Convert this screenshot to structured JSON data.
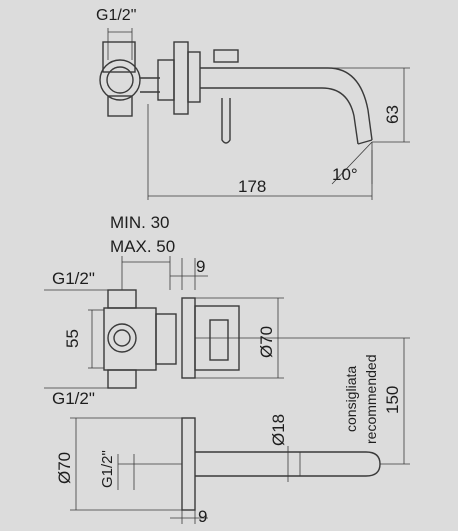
{
  "labels": {
    "top_thread": "G1/2\"",
    "dim_63": "63",
    "angle_10": "10°",
    "dim_178": "178",
    "min": "MIN. 30",
    "max": "MAX. 50",
    "mid_thread_upper": "G1/2\"",
    "dim_9_upper": "9",
    "dim_55": "55",
    "dia_70_right": "Ø70",
    "mid_thread_lower": "G1/2\"",
    "consigliata": "consigliata",
    "recommended": "recommended",
    "dim_150": "150",
    "dia_18": "Ø18",
    "dia_70_left": "Ø70",
    "bottom_thread": "G1/2\"",
    "dim_9_lower": "9"
  },
  "colors": {
    "background": "#dcdcdc",
    "line": "#3a3a3a",
    "text": "#1e1e1e"
  }
}
